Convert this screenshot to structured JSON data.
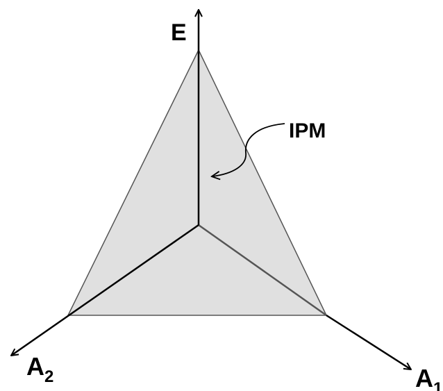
{
  "diagram": {
    "labels": {
      "e_axis": "E",
      "a2_axis": "A",
      "a2_sub": "2",
      "a1_axis": "A",
      "a1_sub": "1",
      "callout": "IPM"
    },
    "colors": {
      "surface_fill": "#e0e0e0",
      "surface_edge": "#555555",
      "axis": "#000000",
      "background": "#ffffff"
    }
  }
}
